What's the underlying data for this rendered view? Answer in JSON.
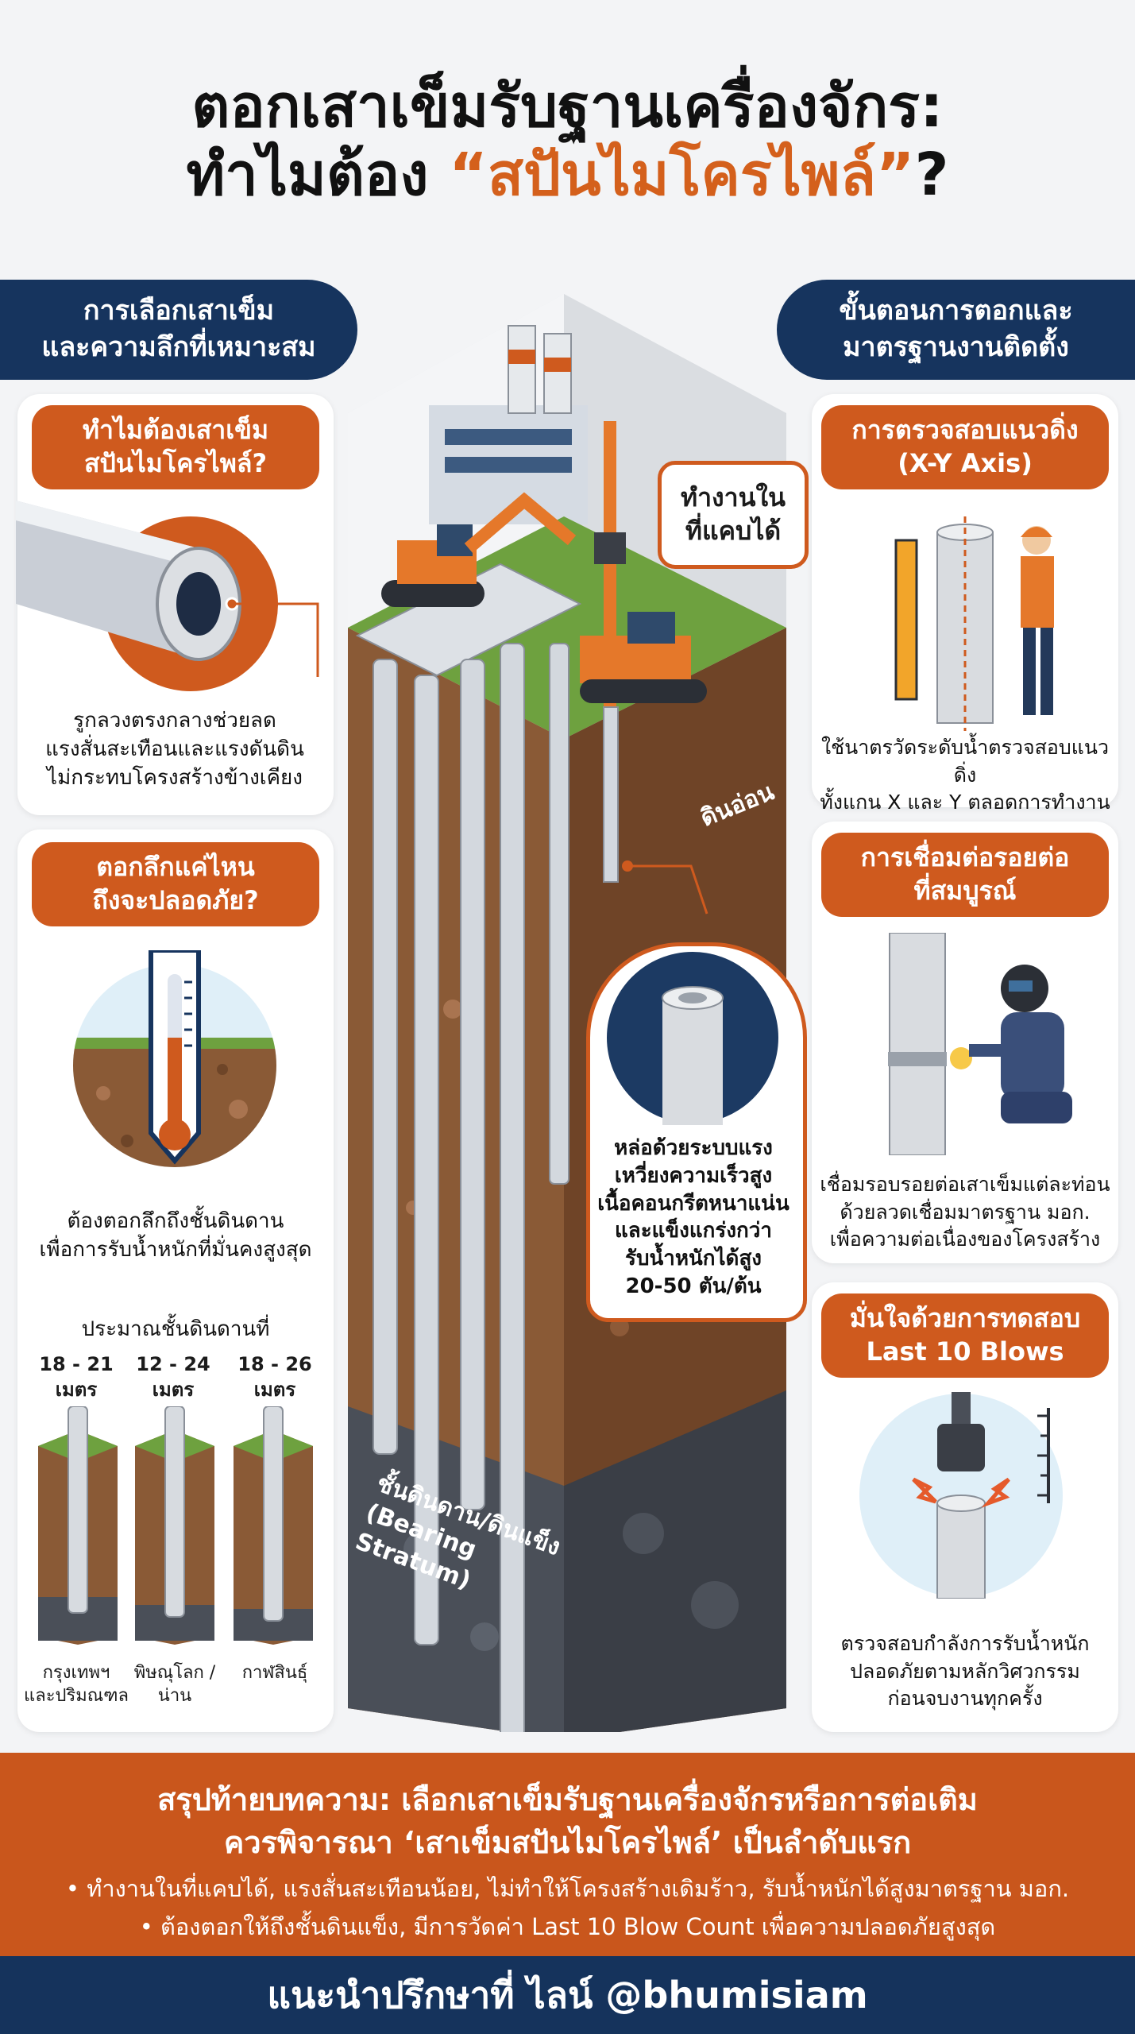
{
  "title": {
    "line1": "ตอกเสาเข็มรับฐานเครื่องจักร:",
    "line2_prefix": "ทำไมต้อง ",
    "line2_highlight": "“สปันไมโครไพล์”",
    "line2_suffix": "?"
  },
  "left_header": {
    "line1": "การเลือกเสาเข็ม",
    "line2": "และความลึกที่เหมาะสม"
  },
  "right_header": {
    "line1": "ขั้นตอนการตอกและ",
    "line2": "มาตรฐานงานติดตั้ง"
  },
  "why_spun": {
    "pill_line1": "ทำไมต้องเสาเข็ม",
    "pill_line2": "สปันไมโครไพล์?",
    "caption": [
      "รูกลวงตรงกลางช่วยลด",
      "แรงสั่นสะเทือนและแรงดันดิน",
      "ไม่กระทบโครงสร้างข้างเคียง"
    ]
  },
  "depth": {
    "pill_line1": "ตอกลึกแค่ไหน",
    "pill_line2": "ถึงจะปลอดภัย?",
    "caption": [
      "ต้องตอกลึกถึงชั้นดินดาน",
      "เพื่อการรับน้ำหนักที่มั่นคงสูงสุด"
    ],
    "approx_label": "ประมาณชั้นดินดานที่",
    "regions": [
      {
        "range": "18 - 21",
        "unit": "เมตร",
        "place_line1": "กรุงเทพฯ",
        "place_line2": "และปริมณฑล"
      },
      {
        "range": "12 - 24",
        "unit": "เมตร",
        "place_line1": "พิษณุโลก /",
        "place_line2": "น่าน"
      },
      {
        "range": "18 - 26",
        "unit": "เมตร",
        "place_line1": "กาฬสินธุ์",
        "place_line2": ""
      }
    ]
  },
  "center": {
    "bubble_line1": "ทำงานใน",
    "bubble_line2": "ที่แคบได้",
    "soft_soil": "ดินอ่อน",
    "stratum_line1": "ชั้นดินดาน/ดินแข็ง",
    "stratum_line2": "(Bearing Stratum)",
    "callout": [
      "หล่อด้วยระบบแรง",
      "เหวี่ยงความเร็วสูง",
      "เนื้อคอนกรีตหนาแน่น",
      "และแข็งแกร่งกว่า",
      "รับน้ำหนักได้สูง",
      "20-50 ตัน/ต้น"
    ]
  },
  "alignment": {
    "pill_line1": "การตรวจสอบแนวดิ่ง",
    "pill_line2": "(X-Y Axis)",
    "caption": [
      "ใช้นาตรวัดระดับน้ำตรวจสอบแนวดิ่ง",
      "ทั้งแกน X และ Y ตลอดการทำงาน"
    ]
  },
  "welding": {
    "pill_line1": "การเชื่อมต่อรอยต่อ",
    "pill_line2": "ที่สมบูรณ์",
    "caption": [
      "เชื่อมรอบรอยต่อเสาเข็มแต่ละท่อน",
      "ด้วยลวดเชื่อมมาตรฐาน มอก.",
      "เพื่อความต่อเนื่องของโครงสร้าง"
    ]
  },
  "blows": {
    "pill_line1": "มั่นใจด้วยการทดสอบ",
    "pill_line2": "Last 10 Blows",
    "caption": [
      "ตรวจสอบกำลังการรับน้ำหนัก",
      "ปลอดภัยตามหลักวิศวกรรม",
      "ก่อนจบงานทุกครั้ง"
    ]
  },
  "summary": {
    "line1": "สรุปท้ายบทความ: เลือกเสาเข็มรับฐานเครื่องจักรหรือการต่อเติม",
    "line2": "ควรพิจารณา ‘เสาเข็มสปันไมโครไพล์’ เป็นลำดับแรก",
    "bullet1": "• ทำงานในที่แคบได้, แรงสั่นสะเทือนน้อย, ไม่ทำให้โครงสร้างเดิมร้าว, รับน้ำหนักได้สูงมาตรฐาน มอก.",
    "bullet2": "• ต้องตอกให้ถึงชั้นดินแข็ง, มีการวัดค่า Last 10 Blow Count เพื่อความปลอดภัยสูงสุด"
  },
  "footer": {
    "text": "แนะนำปรึกษาที่ ไลน์ @bhumisiam"
  },
  "colors": {
    "navy": "#16345e",
    "orange": "#cf5a1e",
    "title_accent": "#d4601c"
  }
}
